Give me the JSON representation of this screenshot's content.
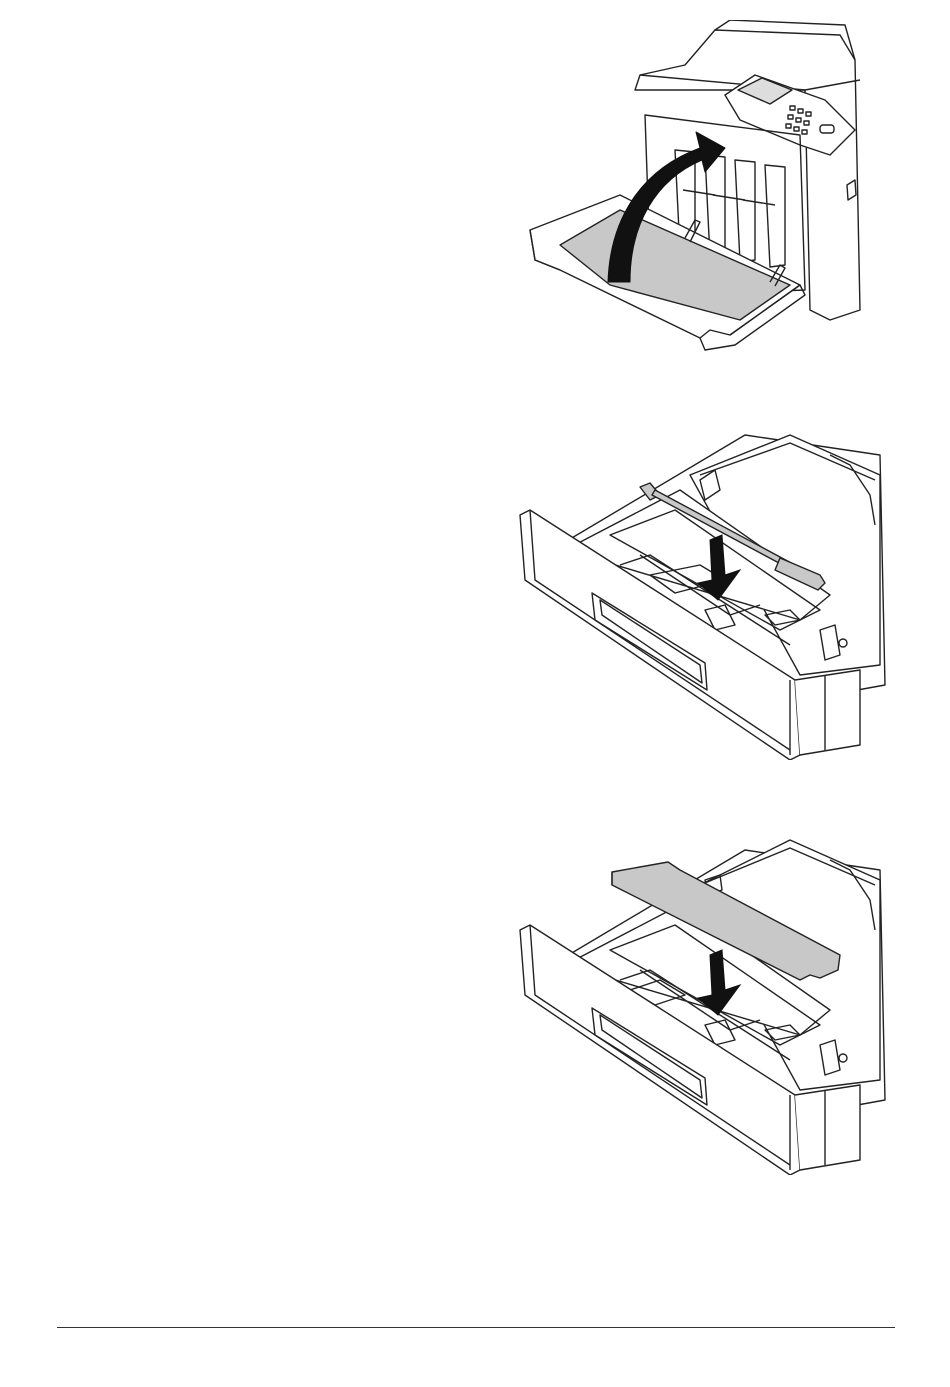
{
  "page": {
    "background": "#ffffff",
    "rule_color": "#333333"
  },
  "figures": [
    {
      "name": "close-front-door",
      "icon": "printer-front-door-closing-arrow"
    },
    {
      "name": "insert-cleaning-tool-into-tray",
      "icon": "paper-tray-with-cleaning-rod-arrow-down"
    },
    {
      "name": "insert-cover-plate-into-tray",
      "icon": "paper-tray-with-gray-plate-arrow-down"
    }
  ],
  "colors": {
    "line": "#222222",
    "fill_gray": "#c8c8c8",
    "arrow": "#111111"
  }
}
